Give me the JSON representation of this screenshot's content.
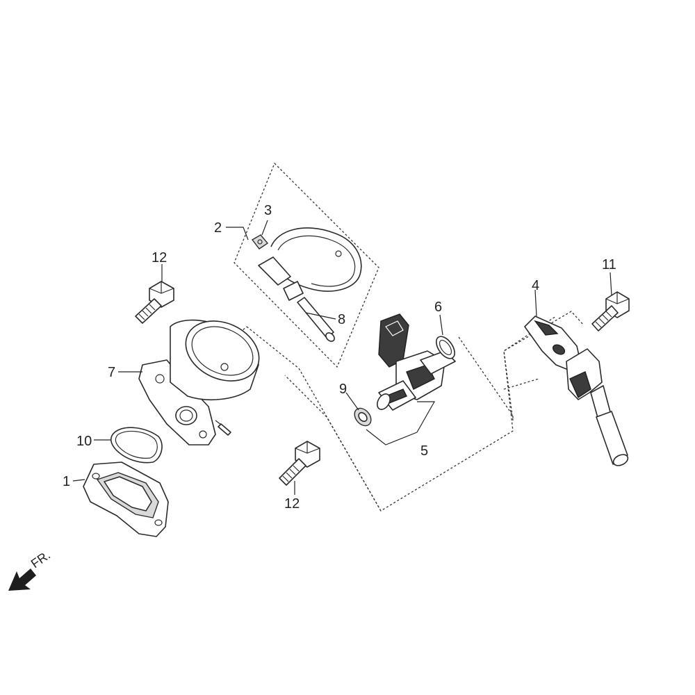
{
  "callouts": {
    "c1": "1",
    "c2": "2",
    "c3": "3",
    "c4": "4",
    "c5": "5",
    "c6": "6",
    "c7": "7",
    "c8": "8",
    "c9": "9",
    "c10": "10",
    "c11": "11",
    "c12a": "12",
    "c12b": "12"
  },
  "direction": {
    "label": "FR."
  }
}
